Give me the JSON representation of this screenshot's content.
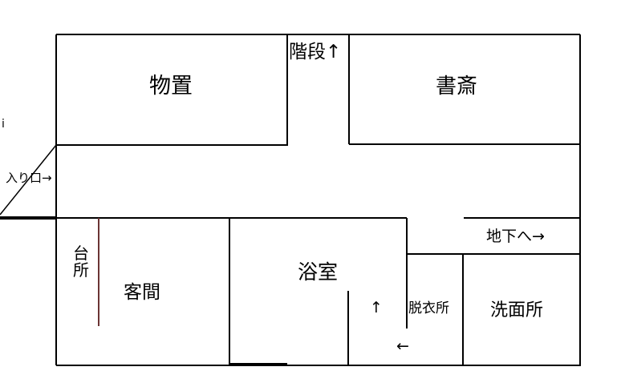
{
  "app": {
    "type": "floor-plan-drawing",
    "background": "#ffffff"
  },
  "colors": {
    "line": "#000000",
    "kitchen_divider": "#6b3434",
    "text": "#000000"
  },
  "labels": {
    "storage": "物置",
    "stairs": "階段↑",
    "study": "書斎",
    "stray_i": "i",
    "entrance": "入り口→",
    "kitchen": "台所",
    "guest_room": "客間",
    "bath": "浴室",
    "to_basement": "地下へ→",
    "dressing_room": "脱衣所",
    "washroom": "洗面所",
    "arrow_up": "↑",
    "arrow_left": "←"
  }
}
